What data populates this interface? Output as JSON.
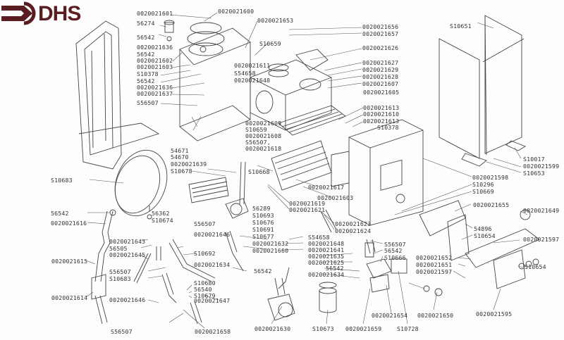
{
  "logo": {
    "text": "DHS",
    "icon": "arrow-right-icon",
    "color": "#5a1e22"
  },
  "diagram": {
    "type": "exploded parts diagram",
    "subject": "boiler assembly",
    "labels": [
      {
        "id": "l1",
        "text": "0020021601"
      },
      {
        "id": "l2",
        "text": "0020021600"
      },
      {
        "id": "l3",
        "text": "56274"
      },
      {
        "id": "l4",
        "text": "56542"
      },
      {
        "id": "l5",
        "text": "0020021636"
      },
      {
        "id": "l6",
        "text": "56542"
      },
      {
        "id": "l7",
        "text": "0020021602"
      },
      {
        "id": "l8",
        "text": "0020021603"
      },
      {
        "id": "l9",
        "text": "S10378"
      },
      {
        "id": "l10",
        "text": "56542"
      },
      {
        "id": "l11",
        "text": "0020021636"
      },
      {
        "id": "l12",
        "text": "0020021637"
      },
      {
        "id": "l13",
        "text": "S56507"
      },
      {
        "id": "l14",
        "text": "0020021653"
      },
      {
        "id": "l15",
        "text": "S10659"
      },
      {
        "id": "l16",
        "text": "0020021611"
      },
      {
        "id": "l17",
        "text": "S54658"
      },
      {
        "id": "l18",
        "text": "0020021648"
      },
      {
        "id": "l19",
        "text": "0020021656"
      },
      {
        "id": "l20",
        "text": "0020021657"
      },
      {
        "id": "l21",
        "text": "0020021626"
      },
      {
        "id": "l22",
        "text": "0020021627"
      },
      {
        "id": "l23",
        "text": "0020021629"
      },
      {
        "id": "l24",
        "text": "0020021628"
      },
      {
        "id": "l25",
        "text": "0020021607"
      },
      {
        "id": "l26",
        "text": "0020021605"
      },
      {
        "id": "l27",
        "text": "0020021613"
      },
      {
        "id": "l28",
        "text": "0020021610"
      },
      {
        "id": "l29",
        "text": "0020021613"
      },
      {
        "id": "l30",
        "text": "S10378"
      },
      {
        "id": "l31",
        "text": "S10651"
      },
      {
        "id": "l32",
        "text": "0020021609"
      },
      {
        "id": "l33",
        "text": "S10659"
      },
      {
        "id": "l34",
        "text": "0020021608"
      },
      {
        "id": "l35",
        "text": "S56507,"
      },
      {
        "id": "l36",
        "text": "0020021618"
      },
      {
        "id": "l37",
        "text": "54671"
      },
      {
        "id": "l38",
        "text": "54670"
      },
      {
        "id": "l39",
        "text": "0020021639"
      },
      {
        "id": "l40",
        "text": "S10678"
      },
      {
        "id": "l41",
        "text": "S10668"
      },
      {
        "id": "l42",
        "text": "S10683"
      },
      {
        "id": "l43",
        "text": "0020021617"
      },
      {
        "id": "l44",
        "text": "0020021603"
      },
      {
        "id": "l45",
        "text": "S10017"
      },
      {
        "id": "l46",
        "text": "0020021599"
      },
      {
        "id": "l47",
        "text": "S10653"
      },
      {
        "id": "l48",
        "text": "0020021598"
      },
      {
        "id": "l49",
        "text": "S10296"
      },
      {
        "id": "l50",
        "text": "S10669"
      },
      {
        "id": "l51",
        "text": "56542"
      },
      {
        "id": "l52",
        "text": "0020021616"
      },
      {
        "id": "l53",
        "text": "56362"
      },
      {
        "id": "l54",
        "text": "S10674"
      },
      {
        "id": "l55",
        "text": "56289"
      },
      {
        "id": "l56",
        "text": "S10693"
      },
      {
        "id": "l57",
        "text": "S10676"
      },
      {
        "id": "l58",
        "text": "S10691"
      },
      {
        "id": "l59",
        "text": "S10677"
      },
      {
        "id": "l60",
        "text": "0020021632"
      },
      {
        "id": "l61",
        "text": "0020021660"
      },
      {
        "id": "l62",
        "text": "0020021619"
      },
      {
        "id": "l63",
        "text": "0020021621"
      },
      {
        "id": "l64",
        "text": "0020021623"
      },
      {
        "id": "l65",
        "text": "0020021624"
      },
      {
        "id": "l66",
        "text": "0020021655"
      },
      {
        "id": "l67",
        "text": "0020021649"
      },
      {
        "id": "l68",
        "text": "S56507"
      },
      {
        "id": "l69",
        "text": "0020021643"
      },
      {
        "id": "l70",
        "text": "0020021646"
      },
      {
        "id": "l71",
        "text": "56505"
      },
      {
        "id": "l72",
        "text": "0020021645"
      },
      {
        "id": "l73",
        "text": "S10692"
      },
      {
        "id": "l74",
        "text": "0020021634"
      },
      {
        "id": "l75",
        "text": "56542"
      },
      {
        "id": "l76",
        "text": "S54658"
      },
      {
        "id": "l77",
        "text": "0020021648"
      },
      {
        "id": "l78",
        "text": "0020021641"
      },
      {
        "id": "l79",
        "text": "0020021635"
      },
      {
        "id": "l80",
        "text": "0020021625"
      },
      {
        "id": "l81",
        "text": "56542"
      },
      {
        "id": "l82",
        "text": "0020021634"
      },
      {
        "id": "l83",
        "text": "S56507"
      },
      {
        "id": "l84",
        "text": "56542"
      },
      {
        "id": "l85",
        "text": "S10666"
      },
      {
        "id": "l86",
        "text": "54896"
      },
      {
        "id": "l87",
        "text": "S10654"
      },
      {
        "id": "l88",
        "text": "0020021597"
      },
      {
        "id": "l89",
        "text": "0020021652"
      },
      {
        "id": "l90",
        "text": "0020021651"
      },
      {
        "id": "l91",
        "text": "0020021597"
      },
      {
        "id": "l92",
        "text": "S10654"
      },
      {
        "id": "l93",
        "text": "0020021615"
      },
      {
        "id": "l94",
        "text": "S56507"
      },
      {
        "id": "l95",
        "text": "S10683"
      },
      {
        "id": "l96",
        "text": "S10680"
      },
      {
        "id": "l97",
        "text": "56540"
      },
      {
        "id": "l98",
        "text": "S10679"
      },
      {
        "id": "l99",
        "text": "0020021647"
      },
      {
        "id": "l100",
        "text": "0020021614"
      },
      {
        "id": "l101",
        "text": "0020021646"
      },
      {
        "id": "l102",
        "text": "0020021654"
      },
      {
        "id": "l103",
        "text": "0020021650"
      },
      {
        "id": "l104",
        "text": "0020021595"
      },
      {
        "id": "l105",
        "text": "S56507"
      },
      {
        "id": "l106",
        "text": "0020021658"
      },
      {
        "id": "l107",
        "text": "0020021630"
      },
      {
        "id": "l108",
        "text": "S10673"
      },
      {
        "id": "l109",
        "text": "0020021659"
      },
      {
        "id": "l110",
        "text": "S10728"
      }
    ]
  }
}
